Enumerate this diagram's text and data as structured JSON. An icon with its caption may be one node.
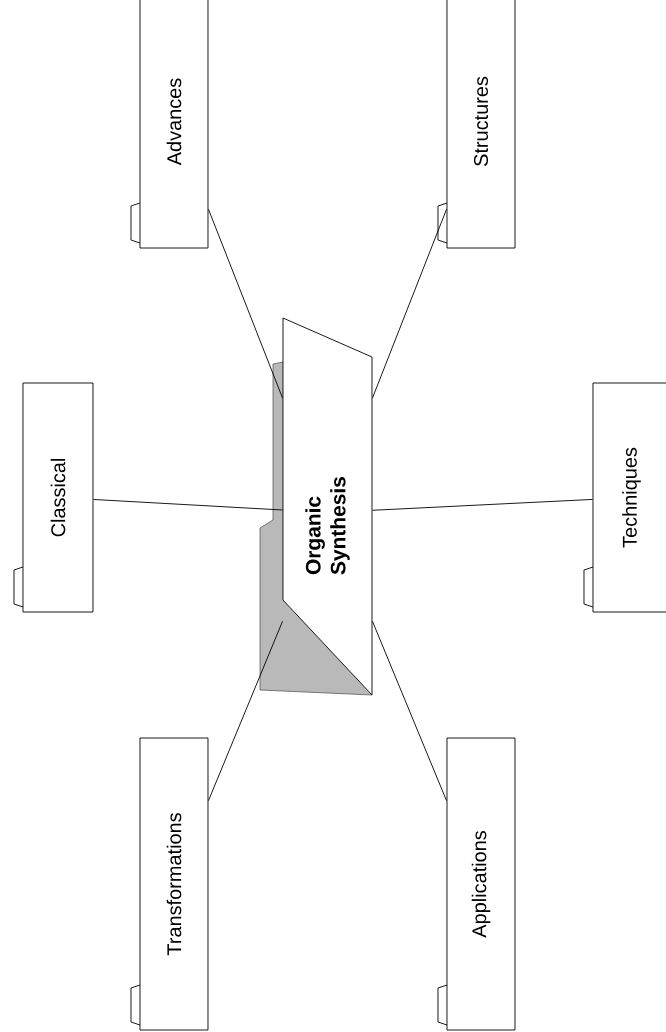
{
  "diagram": {
    "nodes": [
      {
        "text": [
          "Organic Synthesis"
        ]
      },
      {
        "text": [
          "Classical"
        ]
      },
      {
        "text": [
          "Advances"
        ]
      },
      {
        "text": [
          "Structures"
        ]
      },
      {
        "text": [
          "Transformations"
        ]
      },
      {
        "text": [
          "Applications"
        ]
      },
      {
        "text": [
          "Techniques"
        ]
      }
    ],
    "edges": [
      {
        "from": 0,
        "to": 1,
        "arrow": "none"
      },
      {
        "from": 0,
        "to": 2,
        "arrow": "none"
      },
      {
        "from": 0,
        "to": 3,
        "arrow": "none"
      },
      {
        "from": 0,
        "to": 4,
        "arrow": "none"
      },
      {
        "from": 0,
        "to": 5,
        "arrow": "none"
      },
      {
        "from": 0,
        "to": 6,
        "arrow": "none"
      }
    ]
  }
}
